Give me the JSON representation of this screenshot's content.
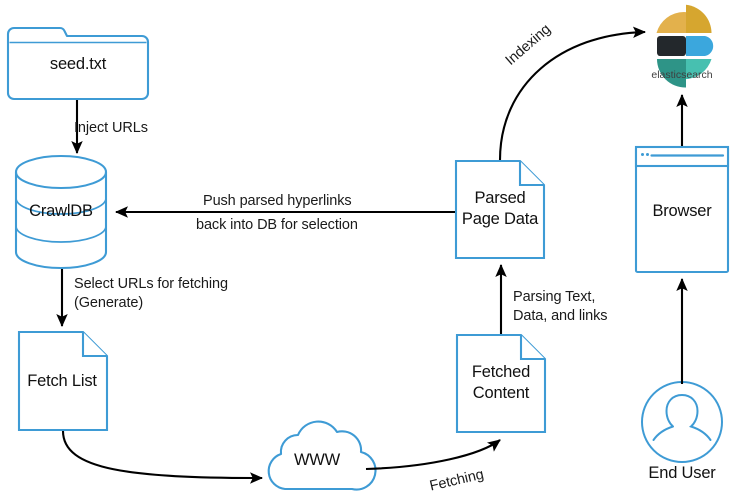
{
  "diagram": {
    "title": "Nutch crawl pipeline with Elasticsearch indexing",
    "colors": {
      "shape_stroke": "#3e9bd5",
      "shape_fill": "#ffffff",
      "arrow": "#000000",
      "text": "#111111",
      "es_yellow": "#e3b14c",
      "es_yellow_dark": "#d6a62f",
      "es_blue": "#3ba7dd",
      "es_dark": "#23282c",
      "es_teal": "#3fb0a0",
      "es_teal_dark": "#2e9487",
      "es_wordmark": "#555555"
    },
    "nodes": [
      {
        "id": "seed",
        "shape": "folder",
        "label": "seed.txt"
      },
      {
        "id": "crawldb",
        "shape": "cylinder",
        "label": "CrawlDB"
      },
      {
        "id": "fetchlist",
        "shape": "document",
        "label": "Fetch List"
      },
      {
        "id": "www",
        "shape": "cloud",
        "label": "WWW"
      },
      {
        "id": "fetched",
        "shape": "document",
        "label": "Fetched\nContent"
      },
      {
        "id": "parsed",
        "shape": "document",
        "label": "Parsed\nPage Data"
      },
      {
        "id": "elasticsearch",
        "shape": "logo",
        "label": "elasticsearch"
      },
      {
        "id": "browser",
        "shape": "window",
        "label": "Browser"
      },
      {
        "id": "enduser",
        "shape": "avatar",
        "label": "End User"
      }
    ],
    "edges": [
      {
        "id": "inject",
        "from": "seed",
        "to": "crawldb",
        "label": "Inject URLs"
      },
      {
        "id": "generate",
        "from": "crawldb",
        "to": "fetchlist",
        "label": "Select URLs for fetching\n(Generate)"
      },
      {
        "id": "to-www",
        "from": "fetchlist",
        "to": "www",
        "label": ""
      },
      {
        "id": "fetching",
        "from": "www",
        "to": "fetched",
        "label": "Fetching"
      },
      {
        "id": "parsing",
        "from": "fetched",
        "to": "parsed",
        "label": "Parsing Text,\nData, and links"
      },
      {
        "id": "push",
        "from": "parsed",
        "to": "crawldb",
        "label": "Push parsed hyperlinks\nback into DB for selection"
      },
      {
        "id": "indexing",
        "from": "parsed",
        "to": "elasticsearch",
        "label": "Indexing"
      },
      {
        "id": "es-to-browser",
        "from": "browser",
        "to": "elasticsearch",
        "label": ""
      },
      {
        "id": "user-to-browser",
        "from": "enduser",
        "to": "browser",
        "label": ""
      }
    ],
    "labels": {
      "seed": "seed.txt",
      "crawldb": "CrawlDB",
      "fetchlist": "Fetch List",
      "www": "WWW",
      "fetched_line1": "Fetched",
      "fetched_line2": "Content",
      "parsed_line1": "Parsed",
      "parsed_line2": "Page Data",
      "elasticsearch": "elasticsearch",
      "browser": "Browser",
      "enduser": "End User",
      "inject": "Inject URLs",
      "generate_line1": "Select URLs for fetching",
      "generate_line2": "(Generate)",
      "fetching": "Fetching",
      "parsing_line1": "Parsing Text,",
      "parsing_line2": "Data, and links",
      "push_line1": "Push parsed hyperlinks",
      "push_line2": "back into DB for selection",
      "indexing": "Indexing"
    }
  }
}
